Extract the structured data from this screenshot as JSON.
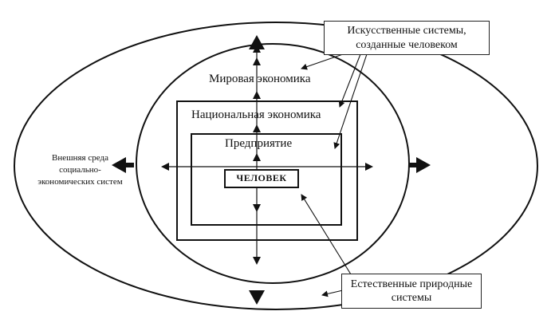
{
  "labels": {
    "world_economy": "Мировая экономика",
    "national_economy": "Национальная экономика",
    "enterprise": "Предприятие",
    "human": "ЧЕЛОВЕК",
    "external_env_line1": "Внешняя среда",
    "external_env_line2": "социально-",
    "external_env_line3": "экономических систем"
  },
  "callouts": {
    "artificial_line1": "Искусственные системы,",
    "artificial_line2": "созданные человеком",
    "natural_line1": "Естественные природные",
    "natural_line2": "системы"
  },
  "colors": {
    "ink": "#111111",
    "background": "#ffffff"
  }
}
